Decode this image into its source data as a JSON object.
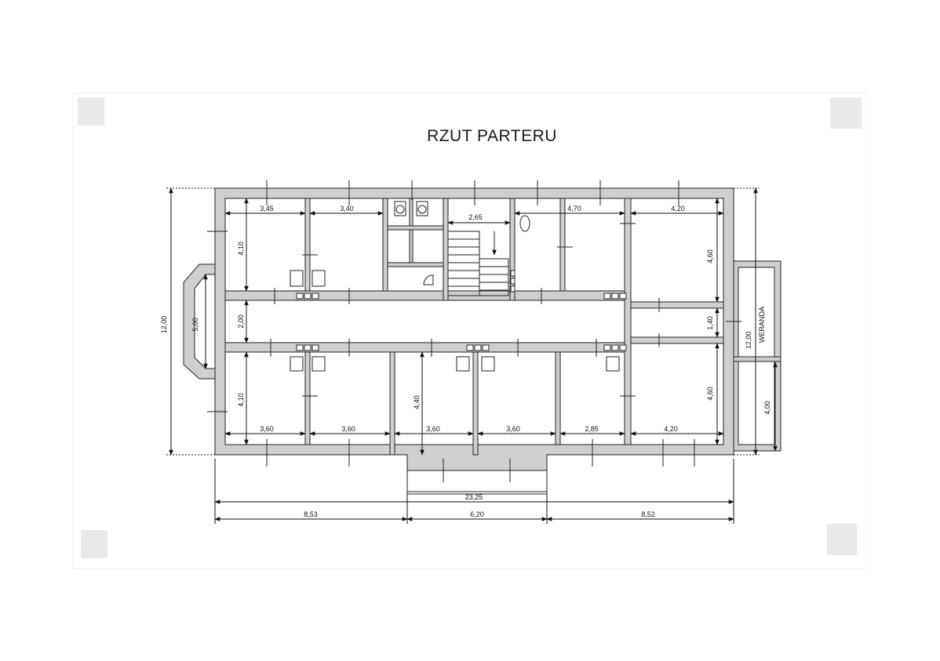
{
  "title": "RZUT PARTERU",
  "labels": {
    "veranda": "WERANDA"
  },
  "dimensions": {
    "total_length": "23,25",
    "segment_left": "8,53",
    "segment_mid": "6,20",
    "segment_right": "8,52",
    "total_depth": "12,00",
    "bay_window": "5,00",
    "veranda_depth": "12,00",
    "veranda_width": "4,00",
    "corridor_left": "2,00",
    "corridor_right": "1,40",
    "top_room_depth": "4,10",
    "bottom_room_depth": "4,10",
    "top_right_depth": "4,60",
    "bottom_right_depth": "4,60",
    "bottom_mid_depth": "4,40",
    "top_widths": [
      "3,45",
      "3,40",
      "2,65",
      "4,70",
      "4,20"
    ],
    "bottom_widths": [
      "3,60",
      "3,60",
      "3,60",
      "3,60",
      "2,85",
      "4,20"
    ]
  },
  "colors": {
    "wall": "#cfcfcf",
    "line": "#222222",
    "tape": "#e2e2e2"
  }
}
